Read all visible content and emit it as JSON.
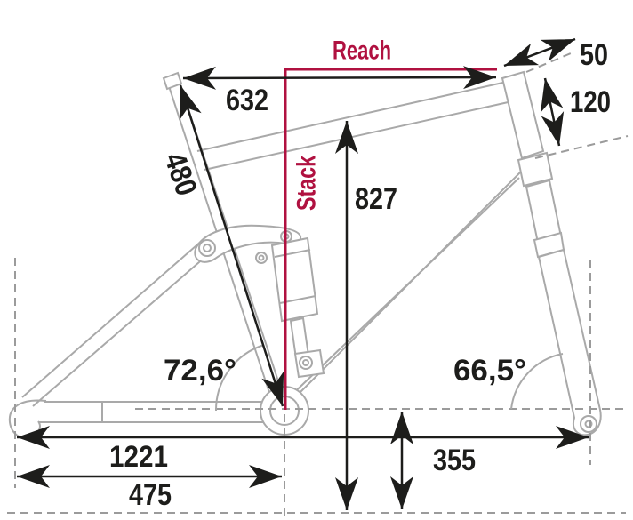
{
  "diagram": {
    "type": "bike-frame-geometry",
    "accent_labels": {
      "reach": "Reach",
      "stack": "Stack"
    },
    "measurements": {
      "d632": "632",
      "d480": "480",
      "d827": "827",
      "d50": "50",
      "d120": "120",
      "d1221": "1221",
      "d475": "475",
      "d355": "355",
      "seat_tube_angle": "72,6°",
      "head_tube_angle": "66,5°"
    },
    "colors": {
      "accent": "#b01140",
      "ink": "#1d1d1b",
      "frame_gray": "#a9a9a9",
      "guide_gray": "#9b9b9b",
      "background": "#ffffff"
    }
  }
}
